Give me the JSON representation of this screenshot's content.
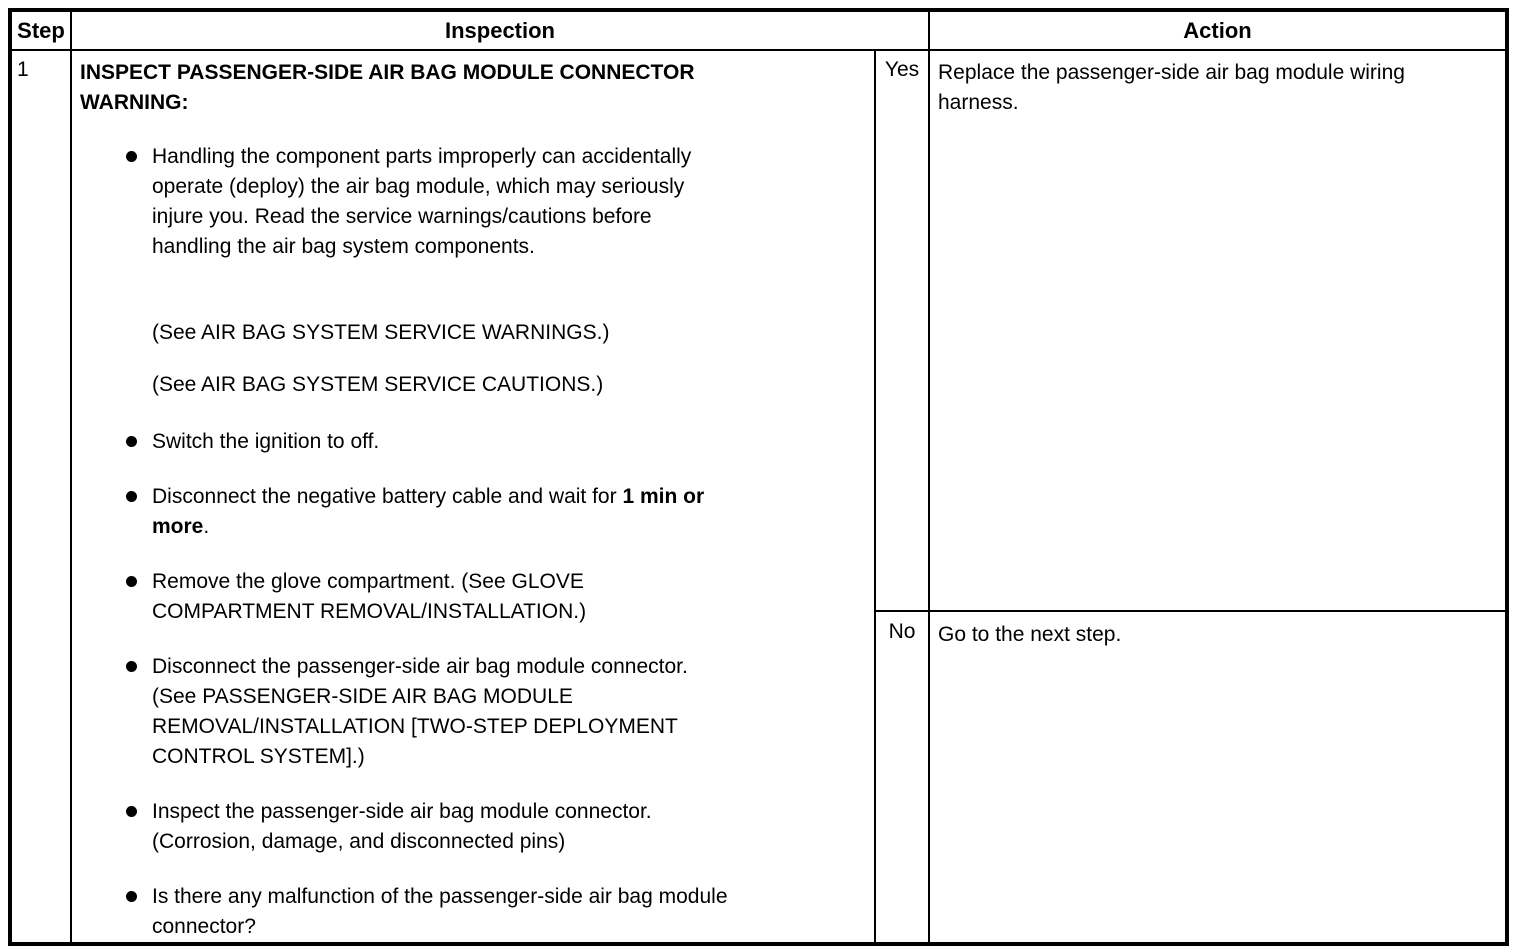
{
  "page": {
    "background_color": "#ffffff",
    "text_color": "#000000",
    "border_color": "#000000"
  },
  "table": {
    "headers": {
      "step": "Step",
      "inspection": "Inspection",
      "action": "Action"
    },
    "row": {
      "step": "1",
      "inspection": {
        "title": "INSPECT PASSENGER-SIDE AIR BAG MODULE CONNECTOR",
        "warning_label": "WARNING:",
        "items": [
          {
            "kind": "bullet",
            "text": "Handling the component parts improperly can accidentally operate (deploy) the air bag module, which may seriously injure you. Read the service warnings/cautions before handling the air bag system components."
          },
          {
            "kind": "reference",
            "text": "(See AIR BAG SYSTEM SERVICE WARNINGS.)"
          },
          {
            "kind": "reference",
            "text": "(See AIR BAG SYSTEM SERVICE CAUTIONS.)"
          },
          {
            "kind": "bullet",
            "text": "Switch the ignition to off."
          },
          {
            "kind": "bullet",
            "text_before": "Disconnect the negative battery cable and wait for ",
            "text_bold": "1 min or more",
            "text_after": "."
          },
          {
            "kind": "bullet",
            "text": "Remove the glove compartment. (See GLOVE COMPARTMENT REMOVAL/INSTALLATION.)"
          },
          {
            "kind": "bullet",
            "text": "Disconnect the passenger-side air bag module connector. (See PASSENGER-SIDE AIR BAG MODULE REMOVAL/INSTALLATION [TWO-STEP DEPLOYMENT CONTROL SYSTEM].)"
          },
          {
            "kind": "bullet",
            "text": "Inspect the passenger-side air bag module connector. (Corrosion, damage, and disconnected pins)"
          },
          {
            "kind": "bullet",
            "text": "Is there any malfunction of the passenger-side air bag module connector?"
          }
        ]
      },
      "outcomes": [
        {
          "answer": "Yes",
          "action": "Replace the passenger-side air bag module wiring harness."
        },
        {
          "answer": "No",
          "action": "Go to the next step."
        }
      ]
    }
  }
}
